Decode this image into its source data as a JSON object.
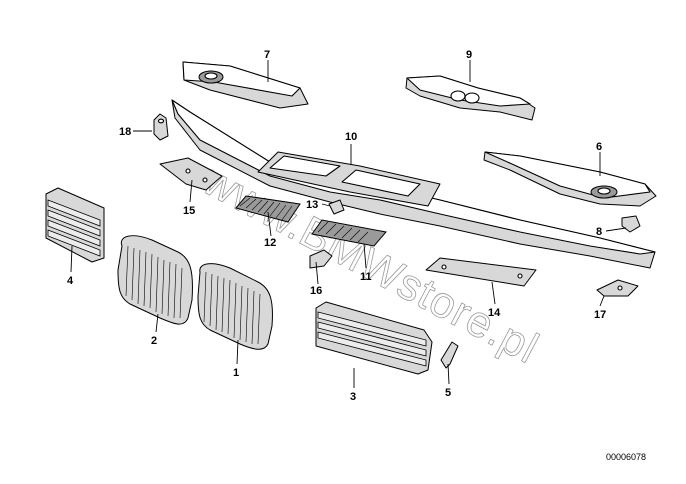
{
  "watermark": "www.BMWstore.pl",
  "diagram_ref": "00006078",
  "callouts": {
    "p1": "1",
    "p2": "2",
    "p3": "3",
    "p4": "4",
    "p5": "5",
    "p6": "6",
    "p7": "7",
    "p8": "8",
    "p9": "9",
    "p10": "10",
    "p11": "11",
    "p12": "12",
    "p13": "13",
    "p14": "14",
    "p15": "15",
    "p16": "16",
    "p17": "17",
    "p18": "18"
  }
}
